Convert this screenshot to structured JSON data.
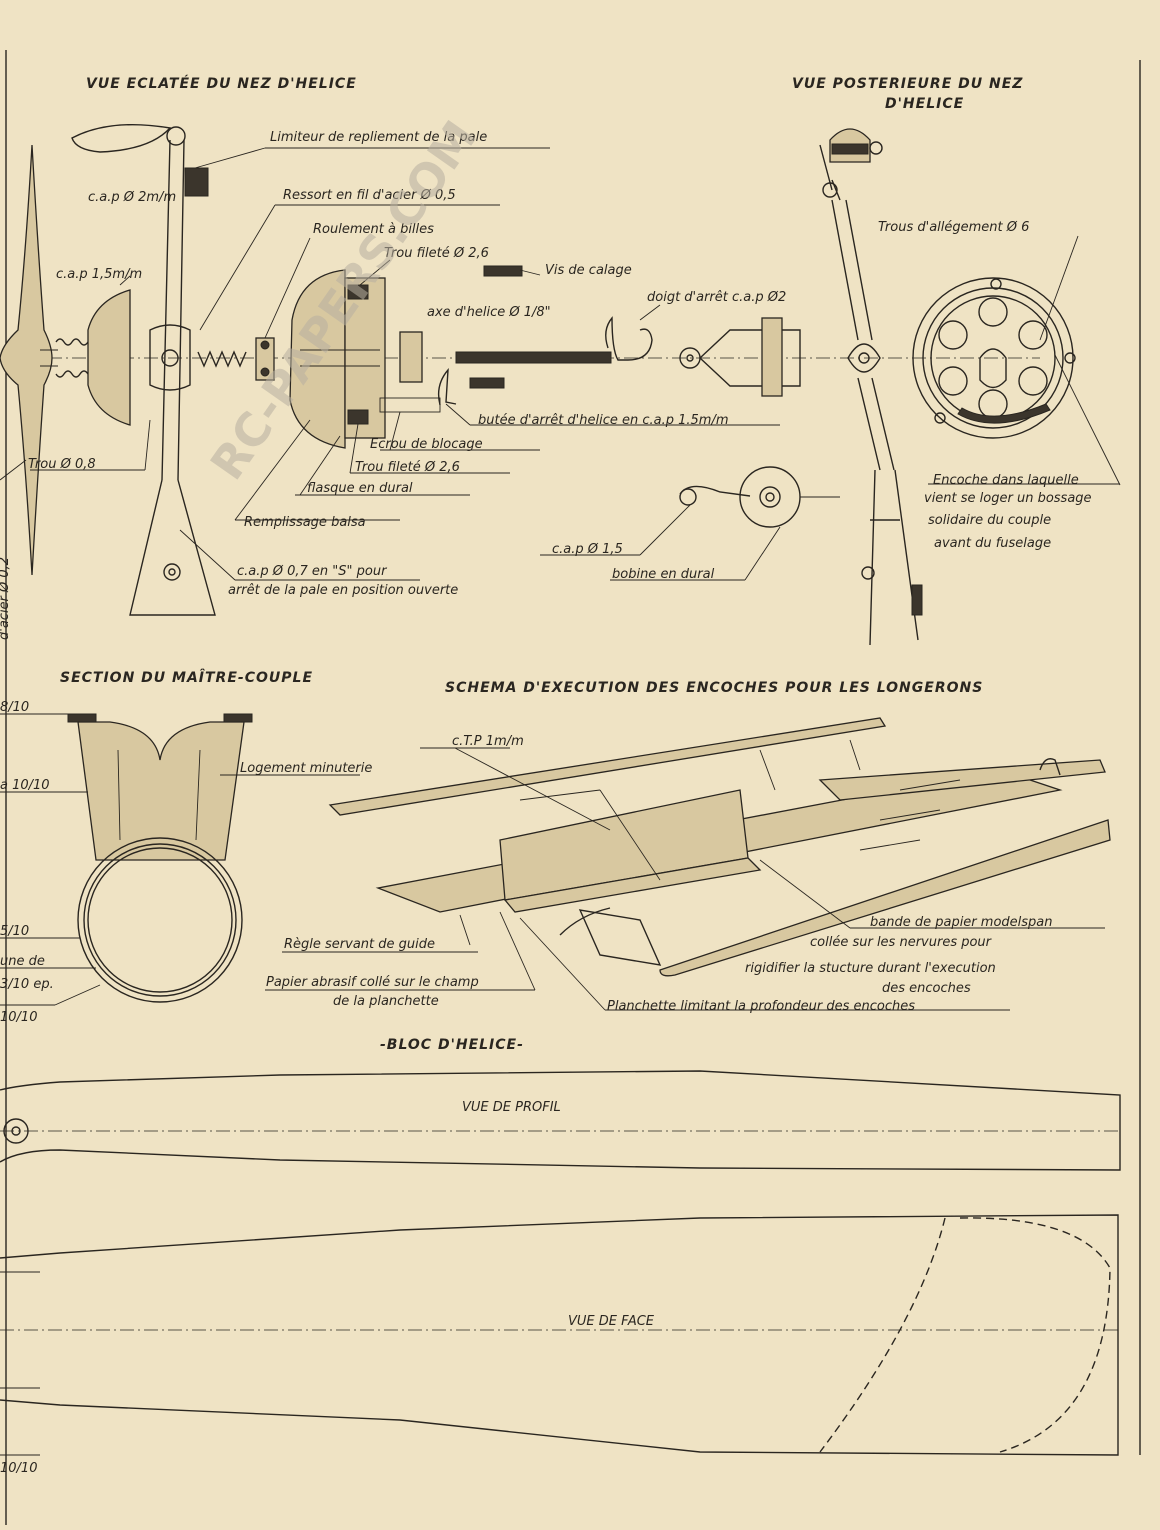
{
  "titles": {
    "exploded_view": "VUE ECLATÉE DU NEZ D'HELICE",
    "rear_view_line1": "VUE POSTERIEURE DU NEZ",
    "rear_view_line2": "D'HELICE",
    "master_section": "SECTION DU MAÎTRE-COUPLE",
    "notch_schema": "SCHEMA D'EXECUTION DES ENCOCHES POUR LES LONGERONS",
    "prop_block": "-BLOC D'HELICE-",
    "profile_view": "VUE DE PROFIL",
    "face_view": "VUE DE FACE"
  },
  "exploded_labels": {
    "limiter": "Limiteur de repliement de la pale",
    "cap2": "c.a.p Ø 2m/m",
    "spring": "Ressort en fil d'acier Ø 0,5",
    "bearing": "Roulement à billes",
    "threaded_hole_top": "Trou fileté Ø 2,6",
    "cap15": "c.a.p 1,5m/m",
    "set_screw": "Vis de calage",
    "stop_finger": "doigt d'arrêt c.a.p Ø2",
    "prop_axle": "axe d'helice Ø 1/8\"",
    "prop_stop": "butée d'arrêt d'helice en c.a.p 1.5m/m",
    "lock_nut": "Ecrou de blocage",
    "hole08": "Trou Ø 0,8",
    "threaded_hole_bottom": "Trou fileté Ø 2,6",
    "dural_flange": "flasque en dural",
    "balsa_fill": "Remplissage balsa",
    "s_wire_line1": "c.a.p Ø 0,7 en \"S\" pour",
    "s_wire_line2": "arrêt de la pale en position ouverte",
    "side_steel": "d'acier Ø 0,2"
  },
  "rear_labels": {
    "lightening_holes": "Trous d'allégement Ø 6",
    "notch_line1": "Encoche dans laquelle",
    "notch_line2": "vient se loger un bossage",
    "notch_line3": "solidaire du couple",
    "notch_line4": "avant du fuselage",
    "cap15": "c.a.p Ø 1,5",
    "dural_bobbin": "bobine en dural"
  },
  "section_labels": {
    "timer_housing": "Logement minuterie",
    "l1": "8/10",
    "l2": "a 10/10",
    "l3": "5/10",
    "l4": "une de",
    "l5": "3/10 ep.",
    "l6": "10/10"
  },
  "schema_labels": {
    "ctp": "c.T.P 1m/m",
    "guide_rule": "Règle servant de guide",
    "sandpaper_line1": "Papier abrasif collé sur le champ",
    "sandpaper_line2": "de la planchette",
    "board": "Planchette limitant la profondeur des encoches",
    "modelspan_line1": "bande de papier modelspan",
    "modelspan_line2": "collée sur les nervures pour",
    "modelspan_line3": "rigidifier la stucture durant l'execution",
    "modelspan_line4": "des encoches"
  },
  "bottom_labels": {
    "ten_ten": "10/10"
  },
  "watermark": "RC-PAPERS.COM"
}
